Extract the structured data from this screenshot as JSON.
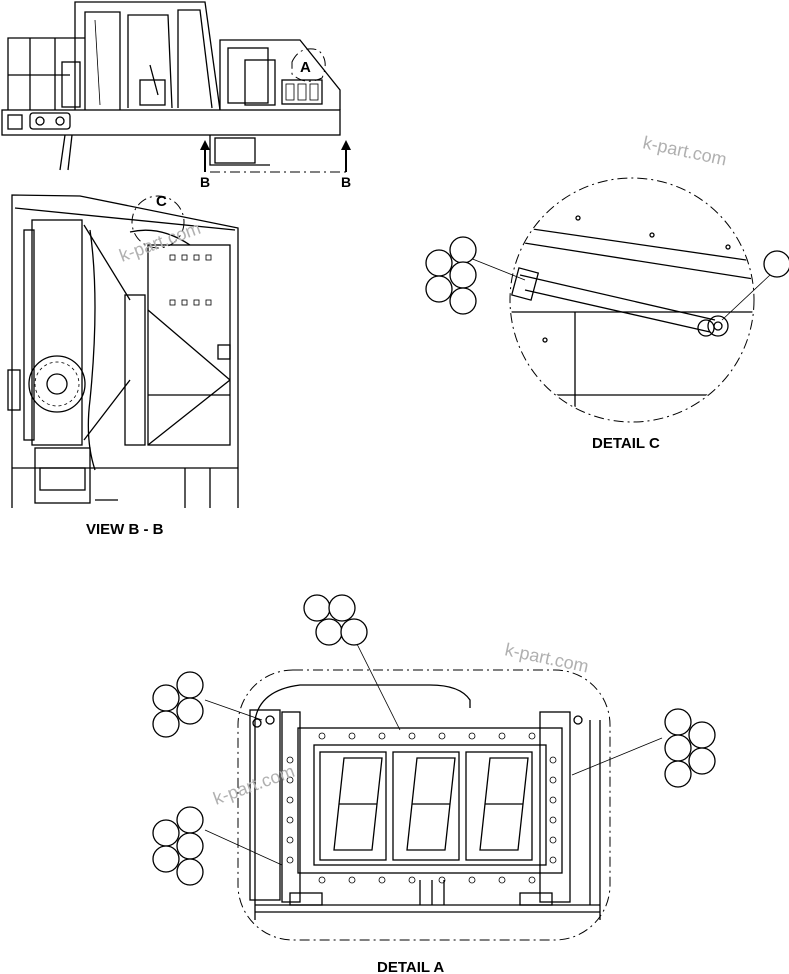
{
  "watermarks": [
    "k-part.com",
    "k-part.com",
    "k-part.com",
    "k-part.com"
  ],
  "labels": {
    "view_b": "VIEW B - B",
    "detail_c": "DETAIL C",
    "detail_a": "DETAIL A",
    "section_marker": "B",
    "section_marker_2": "B",
    "callout_a": "A",
    "callout_c": "C"
  }
}
